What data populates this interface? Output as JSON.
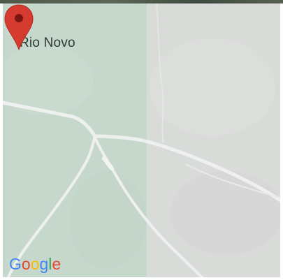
{
  "map": {
    "place_label": "Rio Novo",
    "logo_letters": [
      {
        "char": "G",
        "color": "#4285f4"
      },
      {
        "char": "o",
        "color": "#ea4335"
      },
      {
        "char": "o",
        "color": "#fbbc05"
      },
      {
        "char": "g",
        "color": "#4285f4"
      },
      {
        "char": "l",
        "color": "#34a853"
      },
      {
        "char": "e",
        "color": "#ea4335"
      }
    ],
    "pin_icon": "map-marker-icon",
    "colors": {
      "forest": "#c6d8cc",
      "bare_land": "#d9dbd9",
      "road": "#eef0ef",
      "pin": "#d63b2f",
      "pin_dot": "#7a1710",
      "label": "#2f3a36"
    }
  }
}
